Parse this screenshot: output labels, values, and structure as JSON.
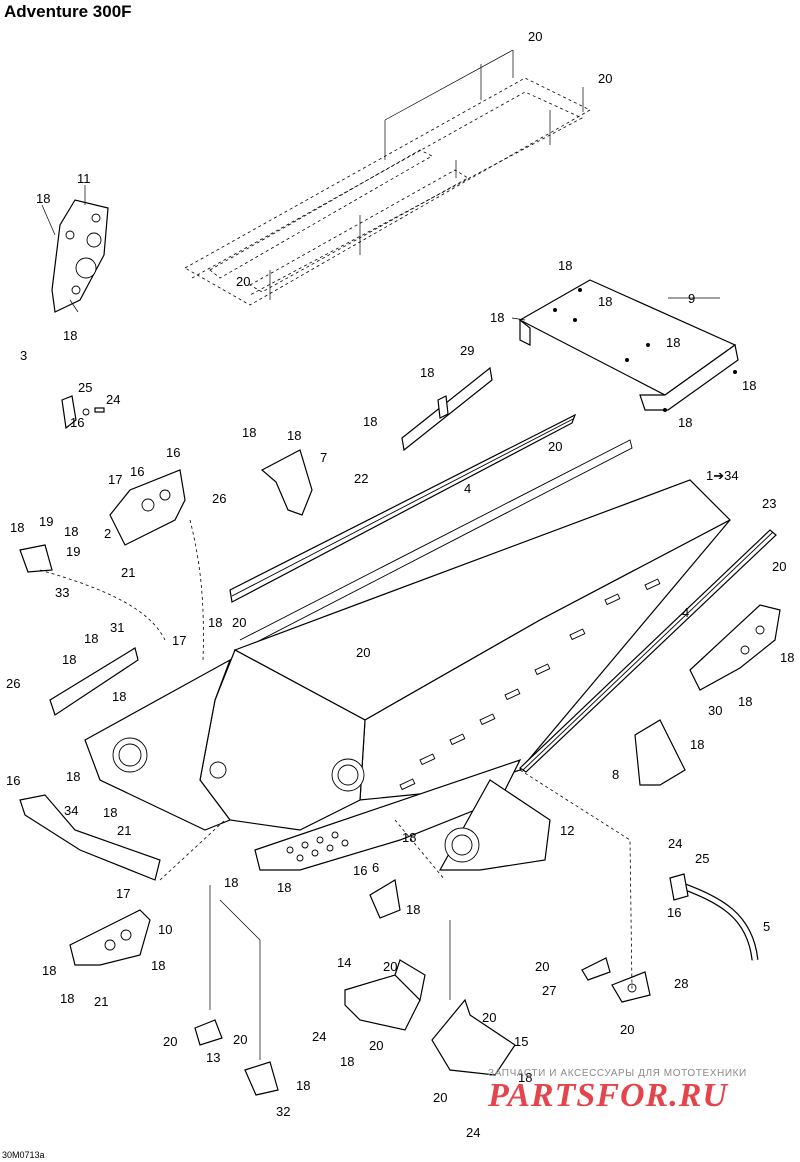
{
  "header": {
    "title": "Adventure 300F"
  },
  "footer": {
    "ref": "30M0713a"
  },
  "watermark": {
    "tagline": "ЗАПЧАСТИ И АКСЕССУАРЫ ДЛЯ МОТОТЕХНИКИ",
    "logo": "PARTSFOR.RU"
  },
  "diagram": {
    "callouts": [
      {
        "id": "c20a",
        "text": "20"
      },
      {
        "id": "c20b",
        "text": "20"
      },
      {
        "id": "c20c",
        "text": "20"
      },
      {
        "id": "c11",
        "text": "11"
      },
      {
        "id": "c18a",
        "text": "18"
      },
      {
        "id": "c18b",
        "text": "18"
      },
      {
        "id": "c18c",
        "text": "18"
      },
      {
        "id": "c18d",
        "text": "18"
      },
      {
        "id": "c9",
        "text": "9"
      },
      {
        "id": "c18e",
        "text": "18"
      },
      {
        "id": "c18f",
        "text": "18"
      },
      {
        "id": "c18g",
        "text": "18"
      },
      {
        "id": "c18h",
        "text": "18"
      },
      {
        "id": "c3",
        "text": "3"
      },
      {
        "id": "c25a",
        "text": "25"
      },
      {
        "id": "c24a",
        "text": "24"
      },
      {
        "id": "c16a",
        "text": "16"
      },
      {
        "id": "c29",
        "text": "29"
      },
      {
        "id": "c18i",
        "text": "18"
      },
      {
        "id": "c18j",
        "text": "18"
      },
      {
        "id": "c20d",
        "text": "20"
      },
      {
        "id": "c18k",
        "text": "18"
      },
      {
        "id": "c18l",
        "text": "18"
      },
      {
        "id": "c7",
        "text": "7"
      },
      {
        "id": "c16b",
        "text": "16"
      },
      {
        "id": "c17a",
        "text": "17"
      },
      {
        "id": "c16c",
        "text": "16"
      },
      {
        "id": "c26a",
        "text": "26"
      },
      {
        "id": "c22",
        "text": "22"
      },
      {
        "id": "c4a",
        "text": "4"
      },
      {
        "id": "c134",
        "text": "1➔34"
      },
      {
        "id": "c23",
        "text": "23"
      },
      {
        "id": "c2",
        "text": "2"
      },
      {
        "id": "c21a",
        "text": "21"
      },
      {
        "id": "c18m",
        "text": "18"
      },
      {
        "id": "c19a",
        "text": "19"
      },
      {
        "id": "c18n",
        "text": "18"
      },
      {
        "id": "c19b",
        "text": "19"
      },
      {
        "id": "c33",
        "text": "33"
      },
      {
        "id": "c20e",
        "text": "20"
      },
      {
        "id": "c4b",
        "text": "4"
      },
      {
        "id": "c18o",
        "text": "18"
      },
      {
        "id": "c31",
        "text": "31"
      },
      {
        "id": "c17b",
        "text": "17"
      },
      {
        "id": "c18p",
        "text": "18"
      },
      {
        "id": "c20f",
        "text": "20"
      },
      {
        "id": "c20g",
        "text": "20"
      },
      {
        "id": "c18q",
        "text": "18"
      },
      {
        "id": "c26b",
        "text": "26"
      },
      {
        "id": "c18r",
        "text": "18"
      },
      {
        "id": "c30",
        "text": "30"
      },
      {
        "id": "c18s",
        "text": "18"
      },
      {
        "id": "c18t",
        "text": "18"
      },
      {
        "id": "c8",
        "text": "8"
      },
      {
        "id": "c18u",
        "text": "18"
      },
      {
        "id": "c16d",
        "text": "16"
      },
      {
        "id": "c34",
        "text": "34"
      },
      {
        "id": "c18v",
        "text": "18"
      },
      {
        "id": "c21b",
        "text": "21"
      },
      {
        "id": "c18w",
        "text": "18"
      },
      {
        "id": "c12",
        "text": "12"
      },
      {
        "id": "c24b",
        "text": "24"
      },
      {
        "id": "c25b",
        "text": "25"
      },
      {
        "id": "c16e",
        "text": "16"
      },
      {
        "id": "c6",
        "text": "6"
      },
      {
        "id": "c16f",
        "text": "16"
      },
      {
        "id": "c17c",
        "text": "17"
      },
      {
        "id": "c18x",
        "text": "18"
      },
      {
        "id": "c18y",
        "text": "18"
      },
      {
        "id": "c18z",
        "text": "18"
      },
      {
        "id": "c18aa",
        "text": "18"
      },
      {
        "id": "c5",
        "text": "5"
      },
      {
        "id": "c10",
        "text": "10"
      },
      {
        "id": "c18ab",
        "text": "18"
      },
      {
        "id": "c18ac",
        "text": "18"
      },
      {
        "id": "c18ad",
        "text": "18"
      },
      {
        "id": "c21c",
        "text": "21"
      },
      {
        "id": "c14",
        "text": "14"
      },
      {
        "id": "c20h",
        "text": "20"
      },
      {
        "id": "c20i",
        "text": "20"
      },
      {
        "id": "c27",
        "text": "27"
      },
      {
        "id": "c28",
        "text": "28"
      },
      {
        "id": "c20j",
        "text": "20"
      },
      {
        "id": "c24c",
        "text": "24"
      },
      {
        "id": "c20k",
        "text": "20"
      },
      {
        "id": "c15",
        "text": "15"
      },
      {
        "id": "c18ae",
        "text": "18"
      },
      {
        "id": "c20l",
        "text": "20"
      },
      {
        "id": "c20m",
        "text": "20"
      },
      {
        "id": "c13",
        "text": "13"
      },
      {
        "id": "c20n",
        "text": "20"
      },
      {
        "id": "c18af",
        "text": "18"
      },
      {
        "id": "c20o",
        "text": "20"
      },
      {
        "id": "c18ag",
        "text": "18"
      },
      {
        "id": "c32",
        "text": "32"
      },
      {
        "id": "c24d",
        "text": "24"
      }
    ]
  }
}
